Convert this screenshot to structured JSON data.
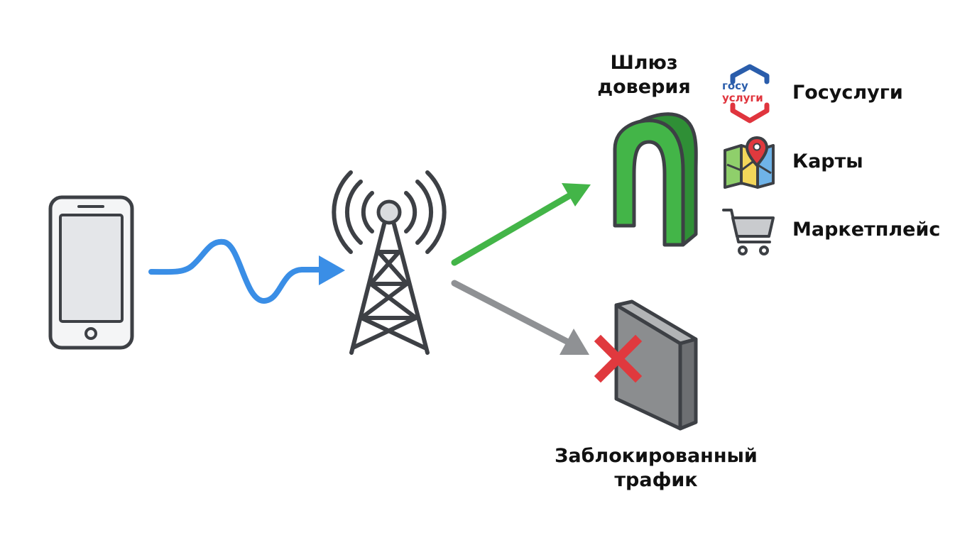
{
  "gateway": {
    "label_line1": "Шлюз",
    "label_line2": "доверия",
    "color": "#43b548"
  },
  "blocked": {
    "label_line1": "Заблокированный",
    "label_line2": "трафик",
    "block_color": "#8b8d8f",
    "x_color": "#e0393e"
  },
  "services": [
    {
      "name": "Госуслуги",
      "icon": "gosuslugi-logo",
      "logo_line1": "госу",
      "logo_line2": "услуги"
    },
    {
      "name": "Карты",
      "icon": "map-pin-icon"
    },
    {
      "name": "Маркетплейс",
      "icon": "shopping-cart-icon"
    }
  ],
  "colors": {
    "signal": "#3a8ee6",
    "allowed_arrow": "#43b548",
    "blocked_arrow": "#8f9194",
    "outline": "#3d4045",
    "gosuslugi_blue": "#2a5dab",
    "gosuslugi_red": "#e0353e"
  }
}
